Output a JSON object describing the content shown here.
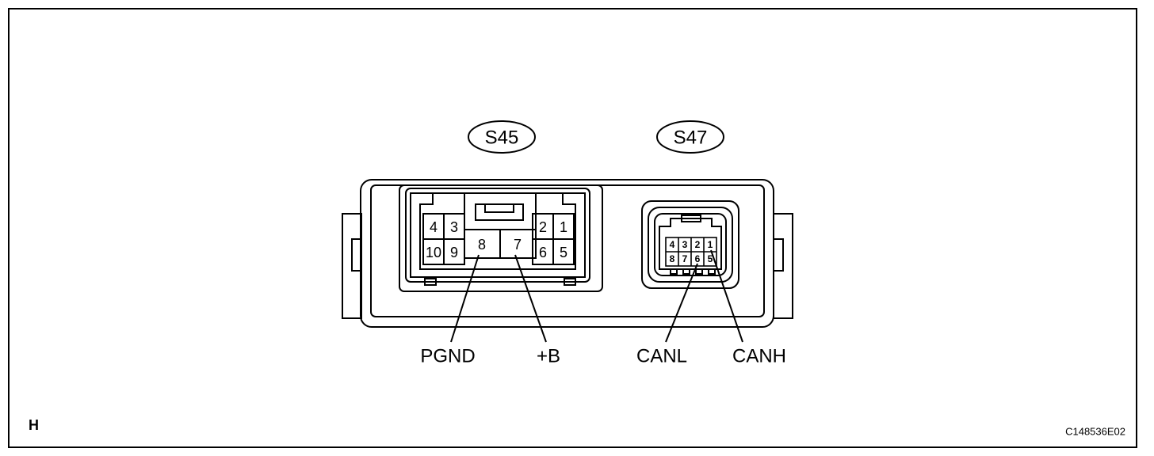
{
  "figure": {
    "corner_label": "H",
    "figure_code": "C148536E02"
  },
  "connectors": [
    {
      "id": "S45",
      "label": "S45",
      "pins": [
        "1",
        "2",
        "3",
        "4",
        "5",
        "6",
        "7",
        "8",
        "9",
        "10"
      ]
    },
    {
      "id": "S47",
      "label": "S47",
      "pins": [
        "1",
        "2",
        "3",
        "4",
        "5",
        "6",
        "7",
        "8"
      ]
    }
  ],
  "terminals": [
    {
      "name": "PGND",
      "connector": "S45",
      "pin": "8"
    },
    {
      "name": "+B",
      "connector": "S45",
      "pin": "7"
    },
    {
      "name": "CANL",
      "connector": "S47",
      "pin": "6"
    },
    {
      "name": "CANH",
      "connector": "S47",
      "pin": "1"
    }
  ]
}
